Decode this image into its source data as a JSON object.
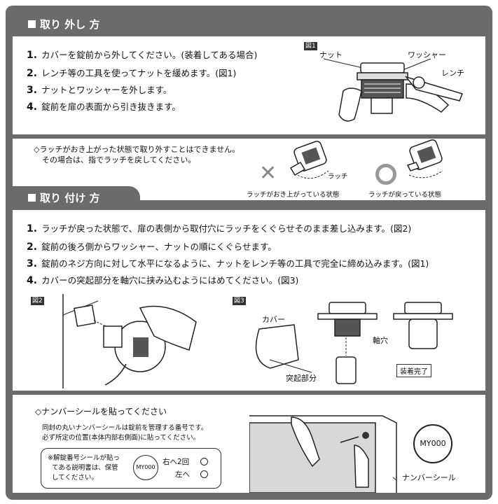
{
  "removal": {
    "heading": "取り 外し 方",
    "steps": [
      {
        "num": "1.",
        "text": "カバーを錠前から外してください。(装着してある場合)"
      },
      {
        "num": "2.",
        "text": "レンチ等の工具を使ってナットを緩めます。(図1)"
      },
      {
        "num": "3.",
        "text": "ナットとワッシャーを外します。"
      },
      {
        "num": "4.",
        "text": "錠前を扉の表面から引き抜きます。"
      }
    ],
    "fig1": {
      "tag": "図1",
      "nut": "ナット",
      "washer": "ワッシャー",
      "wrench": "レンチ"
    }
  },
  "latch_note": {
    "line1": "◇ラッチがおき上がった状態で取り外すことはできません。",
    "line2": "その場合は、指でラッチを戻してください。",
    "latch_label": "ラッチ",
    "ng_caption": "ラッチがおき上がっている状態",
    "ok_caption": "ラッチが戻っている状態"
  },
  "install": {
    "heading": "取り 付け 方",
    "steps": [
      {
        "num": "1.",
        "text": "ラッチが戻った状態で、扉の表側から取付穴にラッチをくぐらせそのまま差し込みます。(図2)"
      },
      {
        "num": "2.",
        "text": "錠前の後ろ側からワッシャー、ナットの順にくぐらせます。"
      },
      {
        "num": "3.",
        "text": "錠前のネジ方向に対して水平になるように、ナットをレンチ等の工具で完全に締め込みます。(図1)"
      },
      {
        "num": "4.",
        "text": "カバーの突起部分を軸穴に挟み込むようにはめてください。(図3)"
      }
    ],
    "fig2": {
      "tag": "図2"
    },
    "fig3": {
      "tag": "図3",
      "cover": "カバー",
      "shaft_hole": "軸穴",
      "protrusion": "突起部分",
      "done": "装着完了"
    }
  },
  "number_seal": {
    "heading": "◇ナンバーシールを貼ってください",
    "line1": "同封の丸いナンバーシールは錠前を管理する番号です。",
    "line2": "必ず所定の位置(本体内部右側面)に貼ってください。",
    "box_line1": "※解錠番号シールが貼っ",
    "box_line2": "てある説明書は、保管",
    "box_line3": "してください。",
    "dial_code": "MY000",
    "right_turn": "右へ2回",
    "left_turn": "左へ",
    "seal_code": "MY000",
    "seal_label": "ナンバーシール"
  }
}
